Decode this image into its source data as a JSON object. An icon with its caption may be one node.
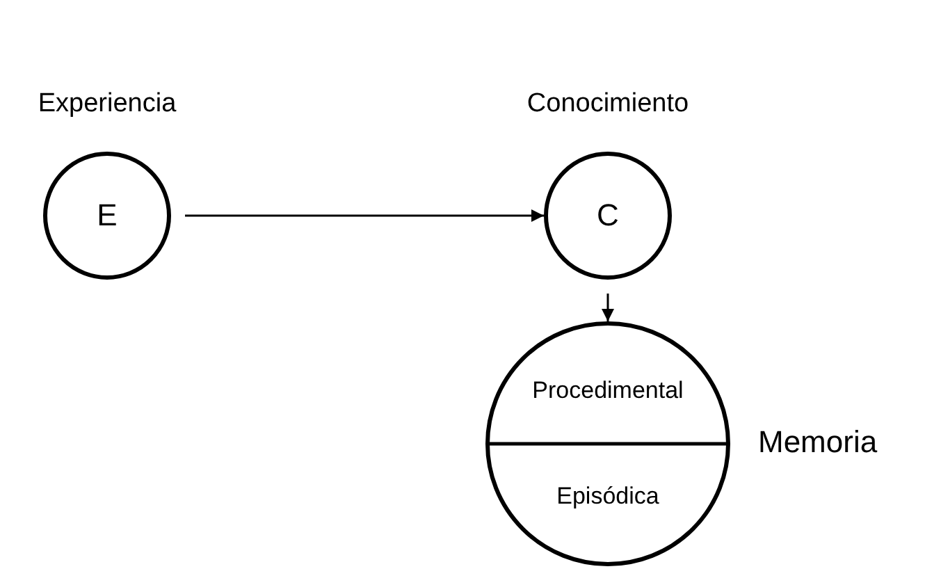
{
  "diagram": {
    "nodes": [
      {
        "text": [
          "Experiencia",
          "E"
        ]
      },
      {
        "text": [
          "Conocimiento",
          "C"
        ]
      },
      {
        "text": [],
        "shape": "circle",
        "beside": [
          "Memoria"
        ]
      },
      {
        "text": [
          "Procedimental"
        ],
        "in": 2
      },
      {
        "text": [
          "Episódica"
        ],
        "in": 2
      }
    ],
    "edges": [
      {
        "from": 0,
        "to": 1,
        "arrow": "to"
      },
      {
        "from": 1,
        "to": 2,
        "arrow": "to"
      }
    ]
  }
}
